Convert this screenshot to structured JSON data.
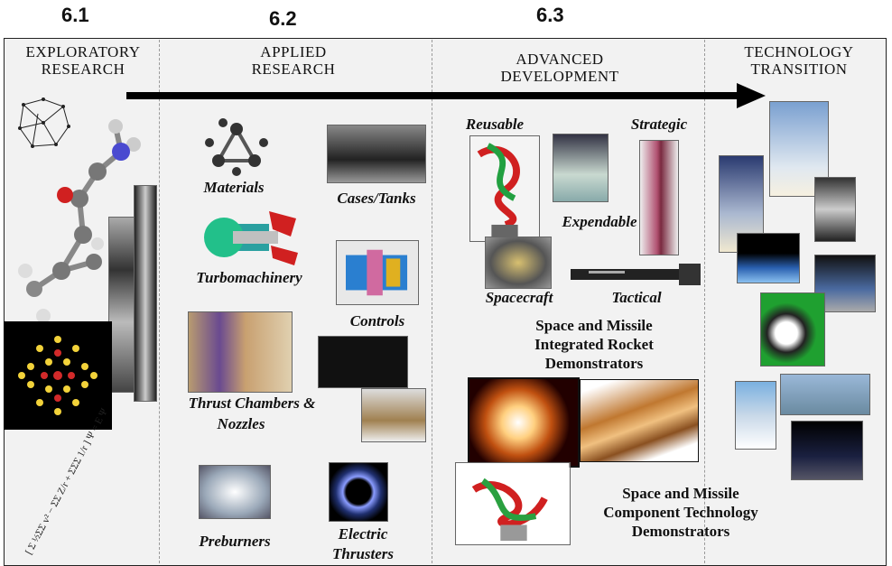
{
  "budget_codes": [
    "6.1",
    "6.2",
    "6.3"
  ],
  "columns": [
    {
      "title_line1": "EXPLORATORY",
      "title_line2": "RESEARCH"
    },
    {
      "title_line1": "APPLIED",
      "title_line2": "RESEARCH"
    },
    {
      "title_line1": "ADVANCED",
      "title_line2": "DEVELOPMENT"
    },
    {
      "title_line1": "TECHNOLOGY",
      "title_line2": "TRANSITION"
    }
  ],
  "applied_items": [
    "Materials",
    "Cases/Tanks",
    "Turbomachinery",
    "Controls",
    "Thrust Chambers &",
    "Nozzles",
    "Preburners",
    "Electric",
    "Thrusters"
  ],
  "advanced_items": [
    "Reusable",
    "Strategic",
    "Expendable",
    "Spacecraft",
    "Tactical"
  ],
  "demonstrators": {
    "integrated": [
      "Space and  Missile",
      "Integrated Rocket",
      "Demonstrators"
    ],
    "component": [
      "Space and Missile",
      "Component Technology",
      "Demonstrators"
    ]
  },
  "colors": {
    "arrow": "#000000",
    "panel": "#f2f2f2",
    "divider": "#9a9a9a"
  }
}
